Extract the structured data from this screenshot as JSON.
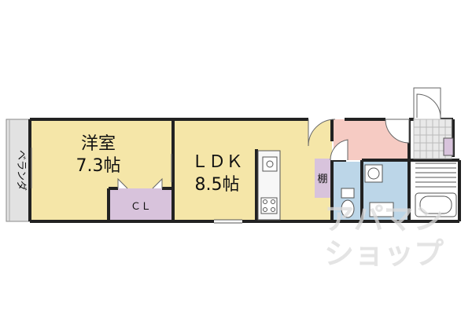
{
  "rooms": {
    "veranda": "ベランダ",
    "western_room_name": "洋室",
    "western_room_size": "7.3帖",
    "closet": "ＣＬ",
    "ldk_name": "ＬＤＫ",
    "ldk_size": "8.5帖",
    "shelf": "棚"
  },
  "watermark": {
    "line1": "アパマン",
    "line2": "ショップ"
  },
  "colors": {
    "western_room": "#f5e6a8",
    "ldk": "#f5e6a8",
    "closet": "#d8c3dc",
    "shelf": "#d8c3dc",
    "entrance": "#f6cbc3",
    "wet_area": "#bcd6e8",
    "veranda": "#e2e2e2",
    "wall": "#222222"
  }
}
